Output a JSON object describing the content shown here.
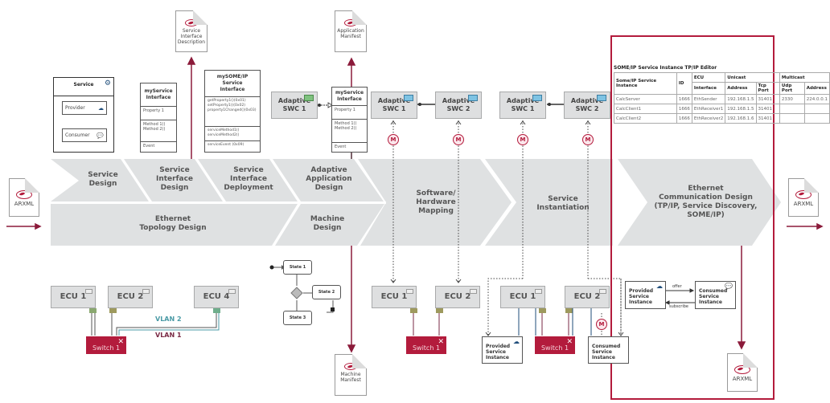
{
  "colors": {
    "accent": "#b31b3c",
    "chevron_fill": "#dfe1e2",
    "box_fill": "#dedfe0",
    "chip_blue": "#7ec3e3",
    "chip_green": "#7fc27f",
    "vlan2": "#4a9aa5",
    "vlan1": "#7a2a45"
  },
  "documents": {
    "arxml_in": "ARXML",
    "arxml_out": "ARXML",
    "arxml_bottom": "ARXML",
    "service_interface_description": "Service Interface Description",
    "application_manifest": "Application Manifest",
    "machine_manifest": "Machine Manifest"
  },
  "chevrons_top": [
    {
      "label": "Service\nDesign"
    },
    {
      "label": "Service\nInterface\nDesign"
    },
    {
      "label": "Service\nInterface\nDeployment"
    },
    {
      "label": "Adaptive\nApplication\nDesign"
    }
  ],
  "chevrons_bottom": [
    {
      "label": "Ethernet\nTopology Design"
    },
    {
      "label": "Machine\nDesign"
    }
  ],
  "chevrons_full": [
    {
      "label": "Software/\nHardware\nMapping"
    },
    {
      "label": "Service\nInstantiation"
    },
    {
      "label": "Ethernet\nCommunication Design\n(TP/IP, Service Discovery,\nSOME/IP)"
    }
  ],
  "service_box": {
    "title": "Service",
    "provider": "Provider",
    "consumer": "Consumer"
  },
  "my_service_interface": {
    "title": "myService\nInterface",
    "property": "Property 1",
    "methods": "Method 1()\nMethod 2()",
    "event": "Event"
  },
  "my_someip_interface": {
    "title": "mySOME/IP\nService\nInterface",
    "properties": "getProperty1()(0x01)\nsetProperty1()(0x02)\nproperty1Changed()(0x03)",
    "methods": "serviceMethod1()\nserviceMethod2()",
    "event": "serviceEvent (0x09)"
  },
  "app_interface": {
    "title": "myService\nInterface",
    "property": "Property 1",
    "methods": "Method 1()\nMethod 2()",
    "event": "Event"
  },
  "swc": {
    "adaptive_swc1": "Adaptive\nSWC 1",
    "adaptive_swc2": "Adaptive\nSWC 2"
  },
  "m_badge": "M",
  "ecus": {
    "ecu1": "ECU 1",
    "ecu2": "ECU 2",
    "ecu4": "ECU 4"
  },
  "switch_label": "Switch 1",
  "vlan": {
    "vlan2": "VLAN 2",
    "vlan1": "VLAN 1"
  },
  "states": {
    "s1": "State 1",
    "s2": "State 2",
    "s3": "State 3"
  },
  "instances": {
    "provided": "Provided\nService\nInstance",
    "consumed": "Consumed\nService\nInstance",
    "offer": "offer",
    "subscribe": "subscribe"
  },
  "editor": {
    "title": "SOME/IP Service Instance TP/IP Editor",
    "headers_row1": [
      "Some/IP Service Instance",
      "ID",
      "ECU",
      "Unicast",
      "Multicast"
    ],
    "headers_row2": [
      "Interface",
      "Address",
      "Tcp Port",
      "Udp Port",
      "Address"
    ],
    "rows": [
      [
        "CalcServer",
        "1666",
        "EthSender",
        "192.168.1.5",
        "31401",
        "2330",
        "224.0.0.1"
      ],
      [
        "CalcClient1",
        "1666",
        "EthReceiver1",
        "192.168.1.5",
        "31401",
        "",
        ""
      ],
      [
        "CalcClient2",
        "1666",
        "EthReceiver2",
        "192.168.1.6",
        "31401",
        "",
        ""
      ]
    ]
  }
}
